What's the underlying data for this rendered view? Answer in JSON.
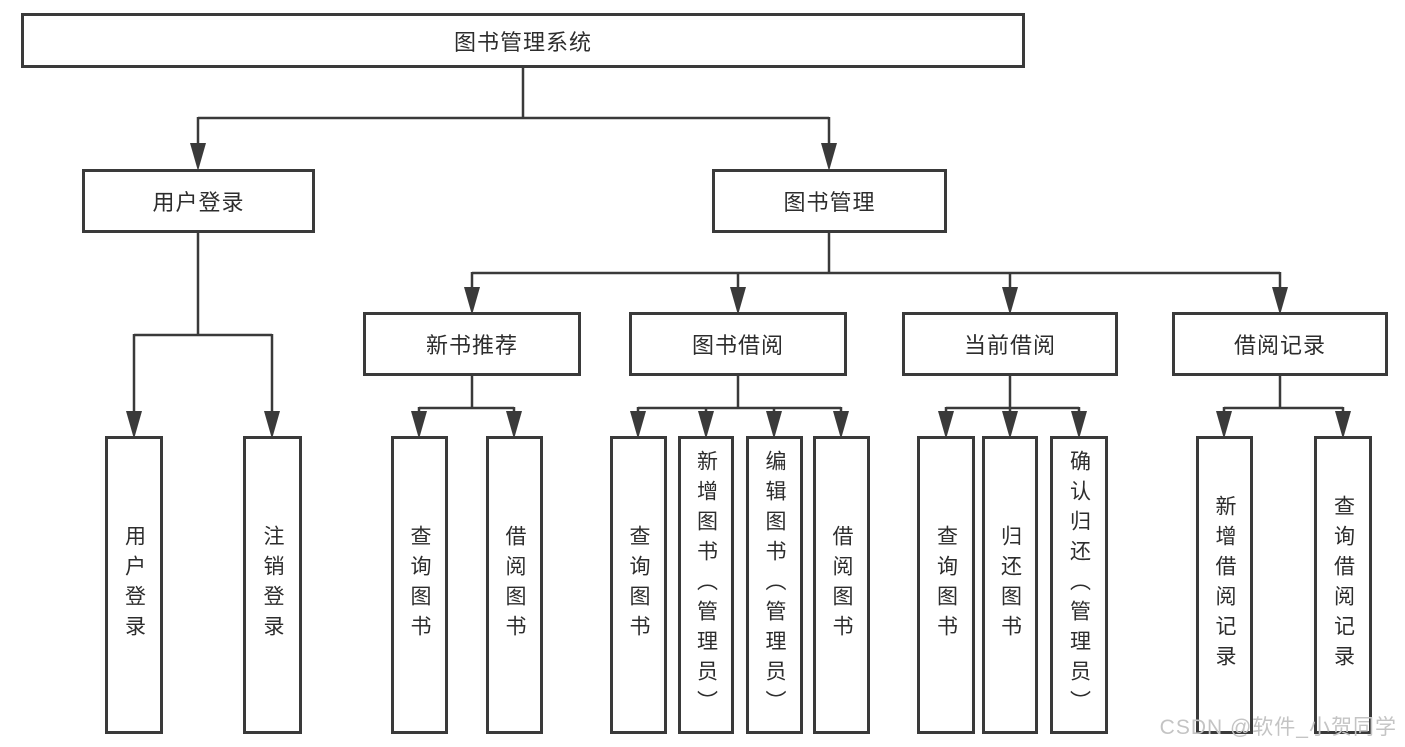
{
  "tree": {
    "label": "图书管理系统",
    "children": [
      {
        "label": "用户登录",
        "children": [
          {
            "label": "用户登录"
          },
          {
            "label": "注销登录"
          }
        ]
      },
      {
        "label": "图书管理",
        "children": [
          {
            "label": "新书推荐",
            "children": [
              {
                "label": "查询图书"
              },
              {
                "label": "借阅图书"
              }
            ]
          },
          {
            "label": "图书借阅",
            "children": [
              {
                "label": "查询图书"
              },
              {
                "label": "新增图书（管理员）"
              },
              {
                "label": "编辑图书（管理员）"
              },
              {
                "label": "借阅图书"
              }
            ]
          },
          {
            "label": "当前借阅",
            "children": [
              {
                "label": "查询图书"
              },
              {
                "label": "归还图书"
              },
              {
                "label": "确认归还（管理员）"
              }
            ]
          },
          {
            "label": "借阅记录",
            "children": [
              {
                "label": "新增借阅记录"
              },
              {
                "label": "查询借阅记录"
              }
            ]
          }
        ]
      }
    ]
  },
  "watermark": {
    "text": "CSDN @软件_小贺同学",
    "color": "#c4c4c4"
  },
  "colors": {
    "line": "#3a3a3a",
    "box_border": "#3a3a3a",
    "text": "#2d2d2d",
    "background": "#ffffff"
  }
}
